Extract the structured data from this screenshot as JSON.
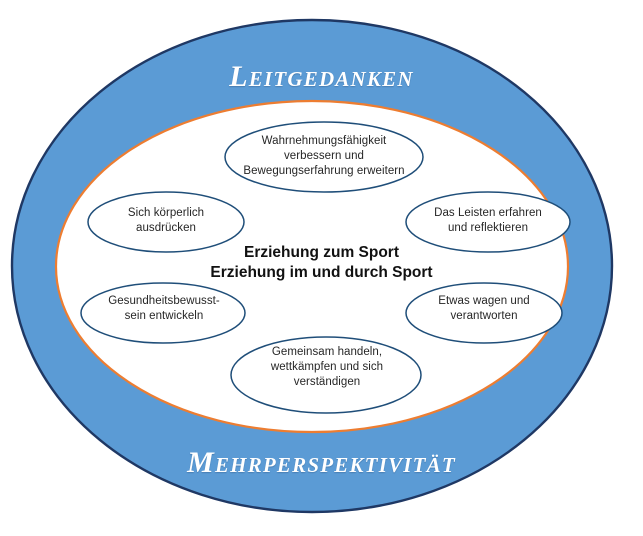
{
  "diagram": {
    "type": "concentric-ellipse-concept-map",
    "band": {
      "title_top": "Leitgedanken",
      "title_bottom": "Mehrperspektivität",
      "fill_color": "#5B9BD5",
      "stroke_color": "#1F3864"
    },
    "inner_area": {
      "fill_color": "#FFFFFF",
      "stroke_color": "#ED7D31"
    },
    "center": {
      "text": "Erziehung zum Sport\nErziehung im und durch Sport",
      "line1": "Erziehung zum Sport",
      "line2": "Erziehung im und durch Sport",
      "color": "#111111"
    },
    "perspective_ellipses": [
      {
        "id": "wahrnehmung",
        "position": "top",
        "text": "Wahrnehmungsfähigkeit\nverbessern und\nBewegungserfahrung erweitern",
        "fill_color": "#FFFFFF",
        "stroke_color": "#1F4E79"
      },
      {
        "id": "ausdruck",
        "position": "left-upper",
        "text": "Sich körperlich\nausdrücken",
        "fill_color": "#FFFFFF",
        "stroke_color": "#1F4E79"
      },
      {
        "id": "leistung",
        "position": "right-upper",
        "text": "Das Leisten erfahren\nund reflektieren",
        "fill_color": "#FFFFFF",
        "stroke_color": "#1F4E79"
      },
      {
        "id": "gesundheit",
        "position": "left-lower",
        "text": "Gesundheitsbewusst-\nsein entwickeln",
        "fill_color": "#FFFFFF",
        "stroke_color": "#1F4E79"
      },
      {
        "id": "wagnis",
        "position": "right-lower",
        "text": "Etwas wagen und\nverantworten",
        "fill_color": "#FFFFFF",
        "stroke_color": "#1F4E79"
      },
      {
        "id": "kooperation",
        "position": "bottom",
        "text": "Gemeinsam handeln,\nwettkämpfen und sich\nverständigen",
        "fill_color": "#FFFFFF",
        "stroke_color": "#1F4E79"
      }
    ]
  }
}
